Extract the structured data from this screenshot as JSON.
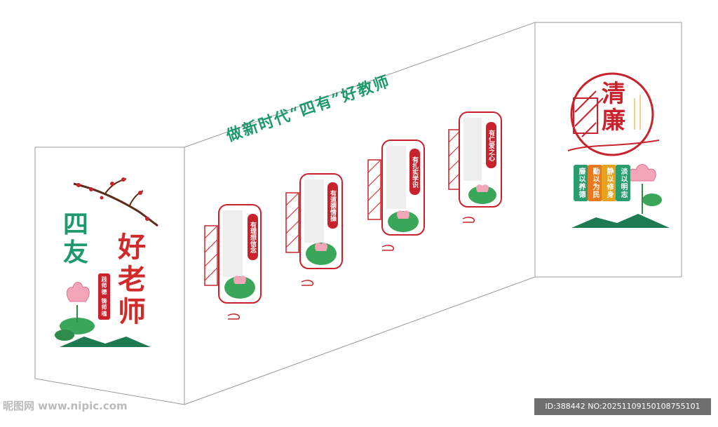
{
  "left_panel": {
    "title_line1": "四友",
    "title_line2": "好老师",
    "motto": "践师德 铸师魂"
  },
  "center_wall": {
    "main_title": "做新时代“四有”好教师",
    "panels": [
      {
        "label": "有理想信念"
      },
      {
        "label": "有道德情操"
      },
      {
        "label": "有扎实学识"
      },
      {
        "label": "有仁爱之心"
      }
    ]
  },
  "right_panel": {
    "title": "清廉",
    "mottos": [
      {
        "text": "廉以养德",
        "color": "#2a9d6e"
      },
      {
        "text": "勤以为民",
        "color": "#e8791e"
      },
      {
        "text": "静以修身",
        "color": "#e8a31e"
      },
      {
        "text": "淡以明志",
        "color": "#2a9d6e"
      }
    ]
  },
  "watermarks": {
    "left": "昵图网 www.nipic.com",
    "right": "ID:388442 NO:20251109150108755101"
  },
  "colors": {
    "red": "#c8232c",
    "green": "#1e9a6a",
    "lotus_pink": "#f2a6b8",
    "leaf_green": "#3aa65a"
  }
}
